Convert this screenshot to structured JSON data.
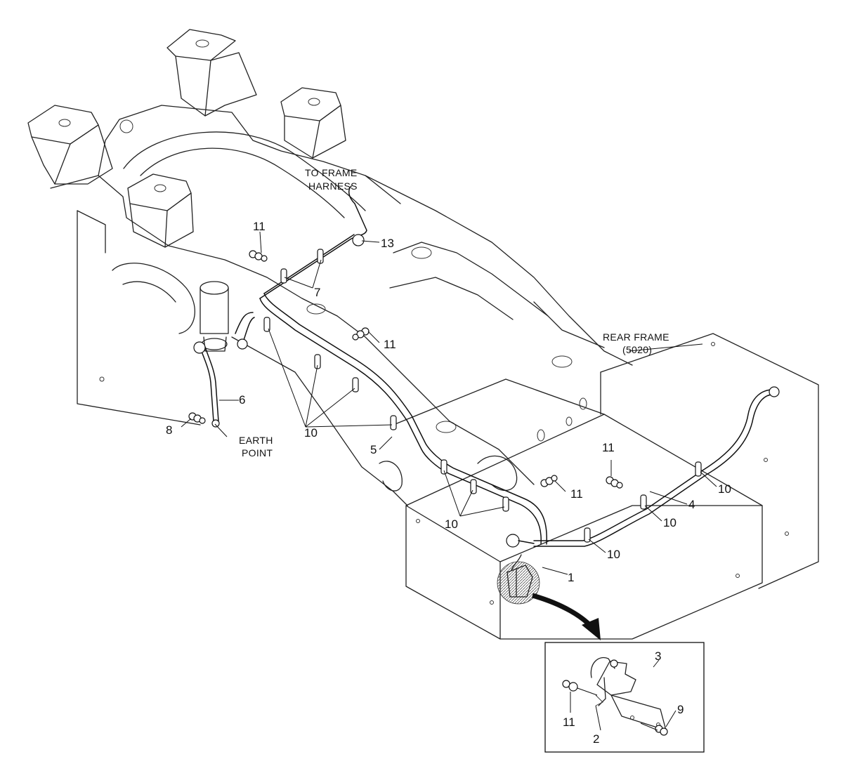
{
  "notes": {
    "to_frame_line1": "TO FRAME",
    "to_frame_line2": "HARNESS",
    "rear_frame_line1": "REAR FRAME",
    "rear_frame_line2": "(5020)",
    "earth_line1": "EARTH",
    "earth_line2": "POINT"
  },
  "callouts": {
    "c1": "1",
    "c2": "2",
    "c3": "3",
    "c4": "4",
    "c5": "5",
    "c6": "6",
    "c7": "7",
    "c8": "8",
    "c9": "9",
    "c10": "10",
    "c11": "11",
    "c13": "13"
  }
}
